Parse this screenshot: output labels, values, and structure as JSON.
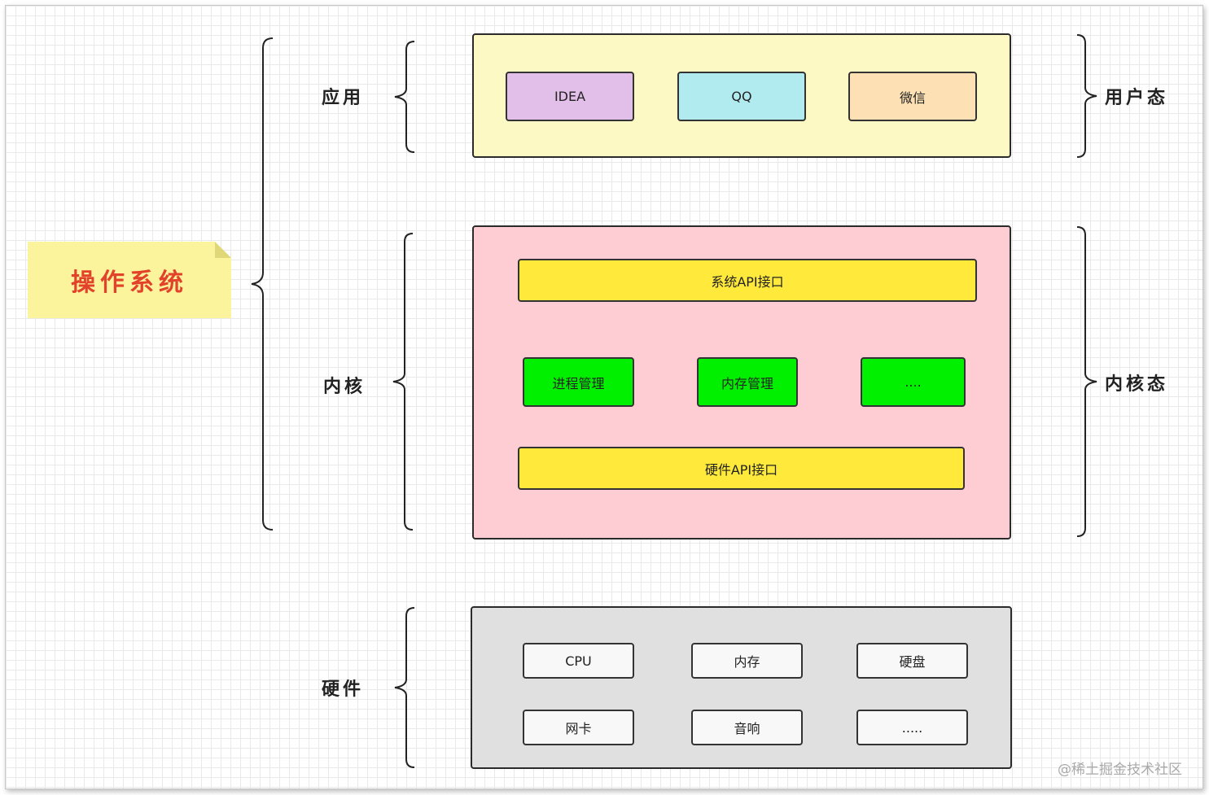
{
  "title_note": "操作系统",
  "left_labels": {
    "app": "应用",
    "kernel": "内核",
    "hardware": "硬件"
  },
  "right_labels": {
    "user_mode": "用户态",
    "kernel_mode": "内核态"
  },
  "application_layer": {
    "fill": "#fdf9c5",
    "items": [
      {
        "label": "IDEA",
        "color": "#e2bfe8"
      },
      {
        "label": "QQ",
        "color": "#b2ebef"
      },
      {
        "label": "微信",
        "color": "#fde0b3"
      }
    ]
  },
  "kernel_layer": {
    "fill": "#fdcdd3",
    "system_api": "系统API接口",
    "modules": [
      {
        "label": "进程管理"
      },
      {
        "label": "内存管理"
      },
      {
        "label": "...."
      }
    ],
    "module_color": "#00f000",
    "api_color": "#ffe93b",
    "hardware_api": "硬件API接口"
  },
  "hardware_layer": {
    "fill": "#e0e0e0",
    "items": [
      {
        "label": "CPU"
      },
      {
        "label": "内存"
      },
      {
        "label": "硬盘"
      },
      {
        "label": "网卡"
      },
      {
        "label": "音响"
      },
      {
        "label": "....."
      }
    ]
  },
  "watermark": "@稀土掘金技术社区"
}
